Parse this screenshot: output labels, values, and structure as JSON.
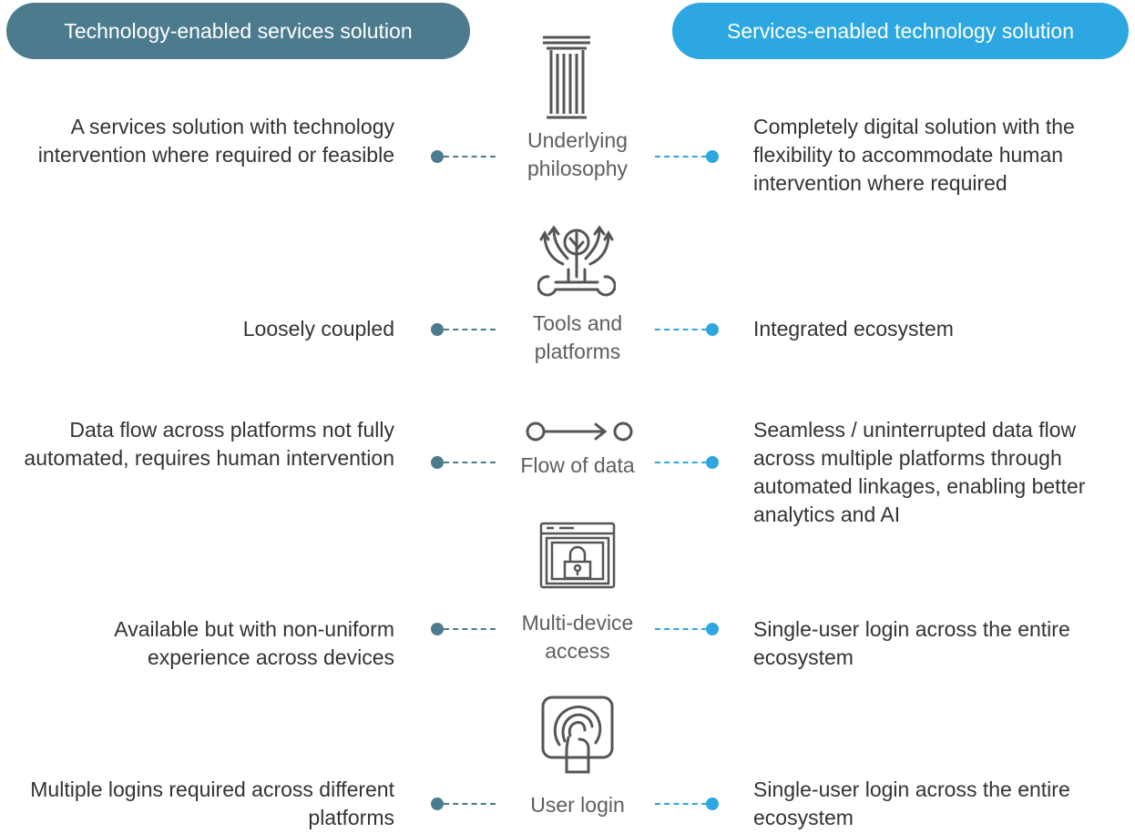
{
  "header": {
    "left_title": "Technology-enabled services solution",
    "right_title": "Services-enabled technology solution",
    "left_color": "#4d7b8e",
    "right_color": "#2da7e1"
  },
  "rows": [
    {
      "icon": "pillar-icon",
      "label": "Underlying philosophy",
      "left": "A services solution with technology intervention where required or feasible",
      "right": "Completely digital solution with the flexibility to accommodate human intervention where required"
    },
    {
      "icon": "tree-wrench-icon",
      "label": "Tools and platforms",
      "left": "Loosely coupled",
      "right": "Integrated ecosystem"
    },
    {
      "icon": "flow-arrow-icon",
      "label": "Flow of data",
      "left": "Data flow across platforms not fully automated, requires human intervention",
      "right": "Seamless / uninterrupted data flow across multiple platforms through automated linkages, enabling better analytics and AI"
    },
    {
      "icon": "locked-browser-icon",
      "label": "Multi-device access",
      "left": "Available but with non-uniform experience across devices",
      "right": "Single-user login across the entire ecosystem"
    },
    {
      "icon": "fingerprint-icon",
      "label": "User login",
      "left": "Multiple logins required across different platforms",
      "right": "Single-user login across the entire ecosystem"
    }
  ]
}
